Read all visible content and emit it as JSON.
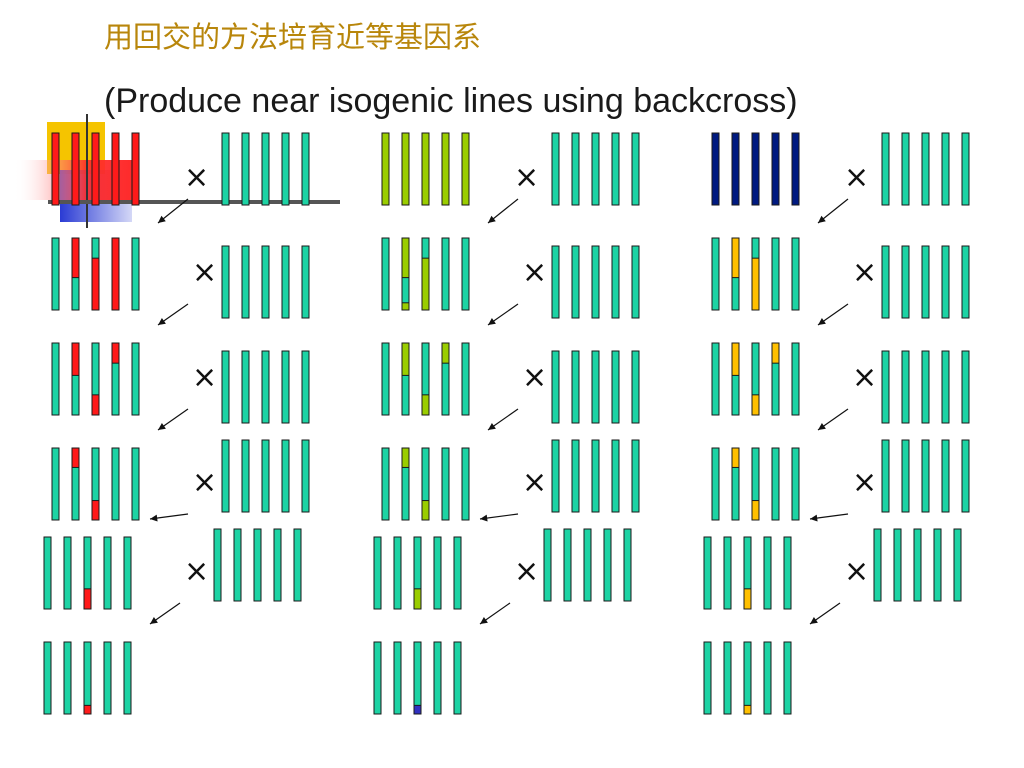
{
  "slide": {
    "title": "用回交的方法培育近等基因系",
    "subtitle": "(Produce near isogenic lines using backcross)"
  },
  "cross_symbol": "×",
  "colors": {
    "background": "#ffffff",
    "title": "#b8860b",
    "chromosome_base": "#1dd3a4",
    "chromosome_outline": "#1a1a1a",
    "decor_yellow": "#f5c400",
    "decor_red": "#ff2a2a",
    "decor_blue": "#2a3bd4",
    "decor_rule": "#333333"
  },
  "panels": [
    {
      "donor_color": "#ff1a1a",
      "generations": [
        {
          "donor_fraction": 1.0,
          "segments": [
            {
              "chrom": 0,
              "from": 0,
              "to": 1
            },
            {
              "chrom": 1,
              "from": 0,
              "to": 1
            },
            {
              "chrom": 2,
              "from": 0,
              "to": 1
            },
            {
              "chrom": 3,
              "from": 0,
              "to": 1
            },
            {
              "chrom": 4,
              "from": 0,
              "to": 1
            }
          ]
        },
        {
          "donor_fraction": 0.5,
          "segments": [
            {
              "chrom": 1,
              "from": 0,
              "to": 0.55
            },
            {
              "chrom": 2,
              "from": 0.28,
              "to": 1
            },
            {
              "chrom": 3,
              "from": 0,
              "to": 1
            }
          ]
        },
        {
          "donor_fraction": 0.25,
          "segments": [
            {
              "chrom": 1,
              "from": 0,
              "to": 0.45
            },
            {
              "chrom": 2,
              "from": 0.72,
              "to": 1
            },
            {
              "chrom": 3,
              "from": 0,
              "to": 0.28
            }
          ]
        },
        {
          "donor_fraction": 0.125,
          "segments": [
            {
              "chrom": 1,
              "from": 0,
              "to": 0.27
            },
            {
              "chrom": 2,
              "from": 0.73,
              "to": 1
            }
          ]
        },
        {
          "donor_fraction": 0.0625,
          "segments": [
            {
              "chrom": 2,
              "from": 0.72,
              "to": 1
            }
          ]
        },
        {
          "donor_fraction": 0.03125,
          "segments": [
            {
              "chrom": 2,
              "from": 0.88,
              "to": 1
            }
          ]
        }
      ]
    },
    {
      "donor_color": "#9acd00",
      "generations": [
        {
          "donor_fraction": 1.0,
          "segments": [
            {
              "chrom": 0,
              "from": 0,
              "to": 1
            },
            {
              "chrom": 1,
              "from": 0,
              "to": 1
            },
            {
              "chrom": 2,
              "from": 0,
              "to": 1
            },
            {
              "chrom": 3,
              "from": 0,
              "to": 1
            },
            {
              "chrom": 4,
              "from": 0,
              "to": 1
            }
          ]
        },
        {
          "donor_fraction": 0.5,
          "segments": [
            {
              "chrom": 1,
              "from": 0,
              "to": 0.55
            },
            {
              "chrom": 1,
              "from": 0.9,
              "to": 1
            },
            {
              "chrom": 2,
              "from": 0.28,
              "to": 1
            }
          ]
        },
        {
          "donor_fraction": 0.25,
          "segments": [
            {
              "chrom": 1,
              "from": 0,
              "to": 0.45
            },
            {
              "chrom": 2,
              "from": 0.72,
              "to": 1
            },
            {
              "chrom": 3,
              "from": 0,
              "to": 0.28
            }
          ]
        },
        {
          "donor_fraction": 0.125,
          "segments": [
            {
              "chrom": 1,
              "from": 0,
              "to": 0.27
            },
            {
              "chrom": 2,
              "from": 0.73,
              "to": 1
            }
          ]
        },
        {
          "donor_fraction": 0.0625,
          "segments": [
            {
              "chrom": 2,
              "from": 0.72,
              "to": 1
            }
          ]
        },
        {
          "donor_fraction": 0.03125,
          "segments": [
            {
              "chrom": 2,
              "from": 0.88,
              "to": 1
            }
          ]
        }
      ],
      "final_color": "#3030c0"
    },
    {
      "donor_color": "#001a80",
      "later_color": "#ffc000",
      "generations": [
        {
          "donor_fraction": 1.0,
          "segments": [
            {
              "chrom": 0,
              "from": 0,
              "to": 1
            },
            {
              "chrom": 1,
              "from": 0,
              "to": 1
            },
            {
              "chrom": 2,
              "from": 0,
              "to": 1
            },
            {
              "chrom": 3,
              "from": 0,
              "to": 1
            },
            {
              "chrom": 4,
              "from": 0,
              "to": 1
            }
          ]
        },
        {
          "donor_fraction": 0.5,
          "segments": [
            {
              "chrom": 1,
              "from": 0,
              "to": 0.55
            },
            {
              "chrom": 2,
              "from": 0.28,
              "to": 1
            }
          ]
        },
        {
          "donor_fraction": 0.25,
          "segments": [
            {
              "chrom": 1,
              "from": 0,
              "to": 0.45
            },
            {
              "chrom": 2,
              "from": 0.72,
              "to": 1
            },
            {
              "chrom": 3,
              "from": 0,
              "to": 0.28
            }
          ]
        },
        {
          "donor_fraction": 0.125,
          "segments": [
            {
              "chrom": 1,
              "from": 0,
              "to": 0.27
            },
            {
              "chrom": 2,
              "from": 0.73,
              "to": 1
            }
          ]
        },
        {
          "donor_fraction": 0.0625,
          "segments": [
            {
              "chrom": 2,
              "from": 0.72,
              "to": 1
            }
          ]
        },
        {
          "donor_fraction": 0.03125,
          "segments": [
            {
              "chrom": 2,
              "from": 0.88,
              "to": 1
            }
          ]
        }
      ]
    }
  ]
}
